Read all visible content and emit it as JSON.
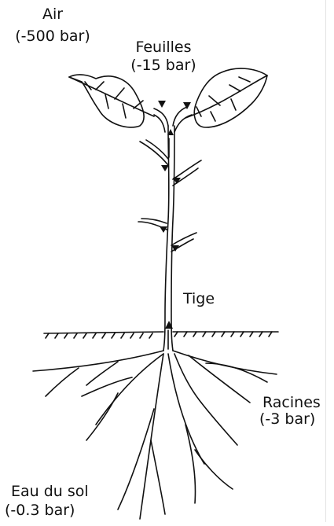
{
  "labels": {
    "air": "Air",
    "air_pressure": "(-500 bar)",
    "leaves": "Feuilles",
    "leaves_pressure": "(-15 bar)",
    "stem": "Tige",
    "roots": "Racines",
    "roots_pressure": "(-3 bar)",
    "soil_water": "Eau du sol",
    "soil_water_pressure": "(-0.3 bar)"
  },
  "colors": {
    "ink": "#111111",
    "background": "#ffffff"
  }
}
